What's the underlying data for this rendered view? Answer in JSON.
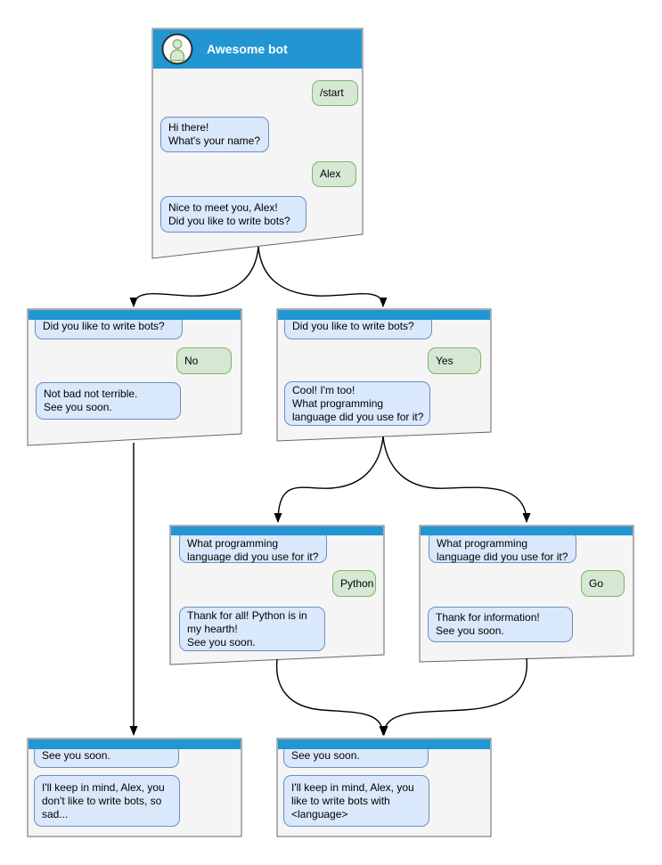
{
  "colors": {
    "header_blue": "#2196d3",
    "window_fill": "#f5f5f5",
    "window_border": "#666666",
    "bot_bubble_fill": "#dae8fc",
    "bot_bubble_border": "#6c8ebf",
    "user_bubble_fill": "#d5e8d4",
    "user_bubble_border": "#82b366",
    "arrow": "#000000"
  },
  "windows": [
    {
      "id": "main",
      "title": "Awesome bot",
      "messages": [
        {
          "from": "user",
          "text": "/start"
        },
        {
          "from": "bot",
          "text": "Hi there!\nWhat's your name?"
        },
        {
          "from": "user",
          "text": "Alex"
        },
        {
          "from": "bot",
          "text": "Nice to meet you, Alex!\nDid you like to write bots?"
        }
      ]
    },
    {
      "id": "branch-no",
      "messages": [
        {
          "from": "bot",
          "text": "Did you like to write bots?"
        },
        {
          "from": "user",
          "text": "No"
        },
        {
          "from": "bot",
          "text": "Not bad not terrible.\nSee you soon."
        }
      ]
    },
    {
      "id": "branch-yes",
      "messages": [
        {
          "from": "bot",
          "text": "Did you like to write bots?"
        },
        {
          "from": "user",
          "text": "Yes"
        },
        {
          "from": "bot",
          "text": "Cool! I'm too!\nWhat programming\nlanguage did you use for it?"
        }
      ]
    },
    {
      "id": "branch-python",
      "messages": [
        {
          "from": "bot",
          "text": "What programming\nlanguage did you use for it?"
        },
        {
          "from": "user",
          "text": "Python"
        },
        {
          "from": "bot",
          "text": "Thank for all! Python is in\nmy hearth!\nSee you soon."
        }
      ]
    },
    {
      "id": "branch-go",
      "messages": [
        {
          "from": "bot",
          "text": "What programming\nlanguage did you use for it?"
        },
        {
          "from": "user",
          "text": "Go"
        },
        {
          "from": "bot",
          "text": "Thank for information!\nSee you soon."
        }
      ]
    },
    {
      "id": "end-no",
      "messages": [
        {
          "from": "bot",
          "text": "See you soon."
        },
        {
          "from": "bot",
          "text": "I'll keep in mind, Alex, you\ndon't like to write bots, so\nsad..."
        }
      ]
    },
    {
      "id": "end-yes",
      "messages": [
        {
          "from": "bot",
          "text": "See you soon."
        },
        {
          "from": "bot",
          "text": "I'll keep in mind, Alex, you\nlike to write bots with\n<language>"
        }
      ]
    }
  ],
  "connections": [
    {
      "from": "main",
      "to": "branch-no"
    },
    {
      "from": "main",
      "to": "branch-yes"
    },
    {
      "from": "branch-yes",
      "to": "branch-python"
    },
    {
      "from": "branch-yes",
      "to": "branch-go"
    },
    {
      "from": "branch-no",
      "to": "end-no"
    },
    {
      "from": "branch-python",
      "to": "end-yes"
    },
    {
      "from": "branch-go",
      "to": "end-yes"
    }
  ]
}
